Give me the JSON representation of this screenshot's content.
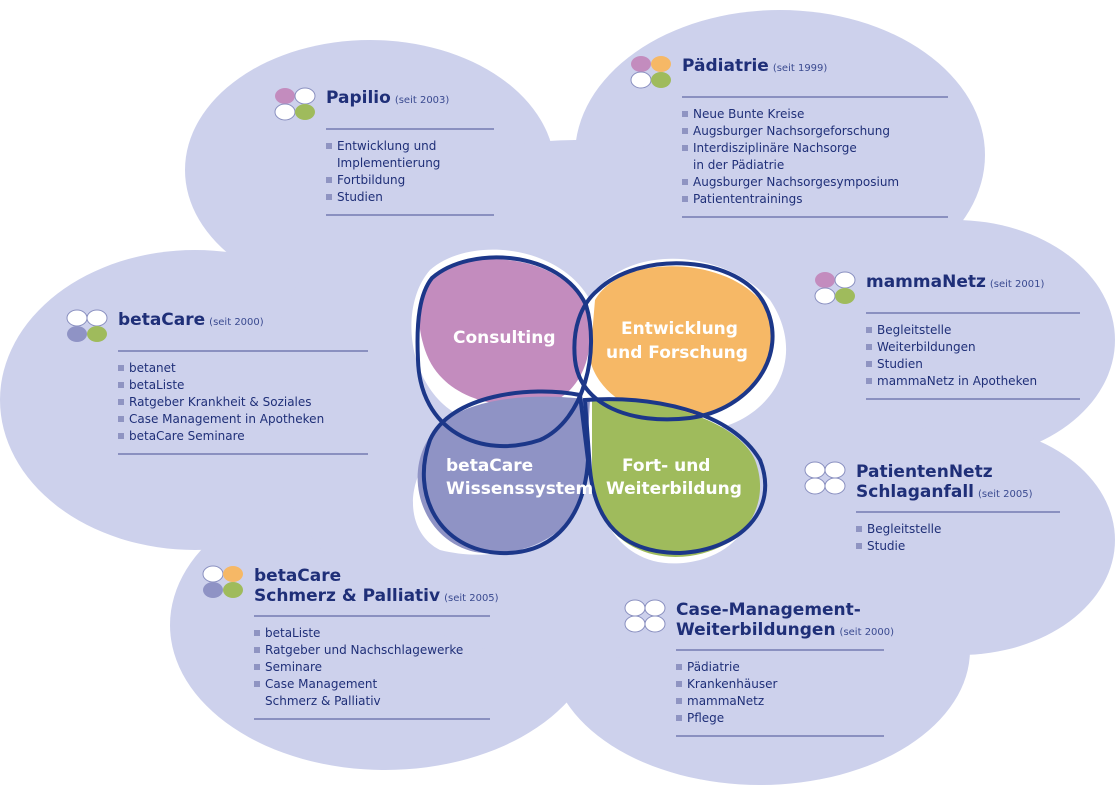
{
  "colors": {
    "cloud": "#cdd1ec",
    "title": "#1f2f78",
    "rule": "#8a90c0",
    "consulting": "#c38cbe",
    "entwicklung": "#f6b866",
    "wissenssystem": "#8f93c5",
    "fortbildung": "#9fbb5c",
    "outline": "#1c3789"
  },
  "center": {
    "consulting": "Consulting",
    "entwicklung_1": "Entwicklung",
    "entwicklung_2": "und Forschung",
    "wissen_1": "betaCare",
    "wissen_2": "Wissenssystem",
    "fort_1": "Fort- und",
    "fort_2": "Weiterbildung"
  },
  "papilio": {
    "title": "Papilio",
    "since": "(seit 2003)",
    "items": [
      "Entwicklung und\nImplementierung",
      "Fortbildung",
      "Studien"
    ]
  },
  "paediatrie": {
    "title": "Pädiatrie",
    "since": "(seit 1999)",
    "items": [
      "Neue Bunte Kreise",
      "Augsburger Nachsorgeforschung",
      "Interdisziplinäre Nachsorge\nin der Pädiatrie",
      "Augsburger Nachsorgesymposium",
      "Patiententrainings"
    ]
  },
  "mammanetz": {
    "title": "mammaNetz",
    "since": "(seit 2001)",
    "items": [
      "Begleitstelle",
      "Weiterbildungen",
      "Studien",
      "mammaNetz in Apotheken"
    ]
  },
  "betacare": {
    "title": "betaCare",
    "since": "(seit 2000)",
    "items": [
      "betanet",
      "betaListe",
      "Ratgeber Krankheit & Soziales",
      "Case Management in Apotheken",
      "betaCare Seminare"
    ]
  },
  "patientennetz": {
    "title_1": "PatientenNetz",
    "title_2": "Schlaganfall",
    "since": "(seit 2005)",
    "items": [
      "Begleitstelle",
      "Studie"
    ]
  },
  "schmerz": {
    "title_1": "betaCare",
    "title_2": "Schmerz & Palliativ",
    "since": "(seit 2005)",
    "items": [
      "betaListe",
      "Ratgeber und Nachschlagewerke",
      "Seminare",
      "Case Management\nSchmerz & Palliativ"
    ]
  },
  "casemanagement": {
    "title_1": "Case-Management-",
    "title_2": "Weiterbildungen",
    "since": "(seit 2000)",
    "items": [
      "Pädiatrie",
      "Krankenhäuser",
      "mammaNetz",
      "Pflege"
    ]
  }
}
